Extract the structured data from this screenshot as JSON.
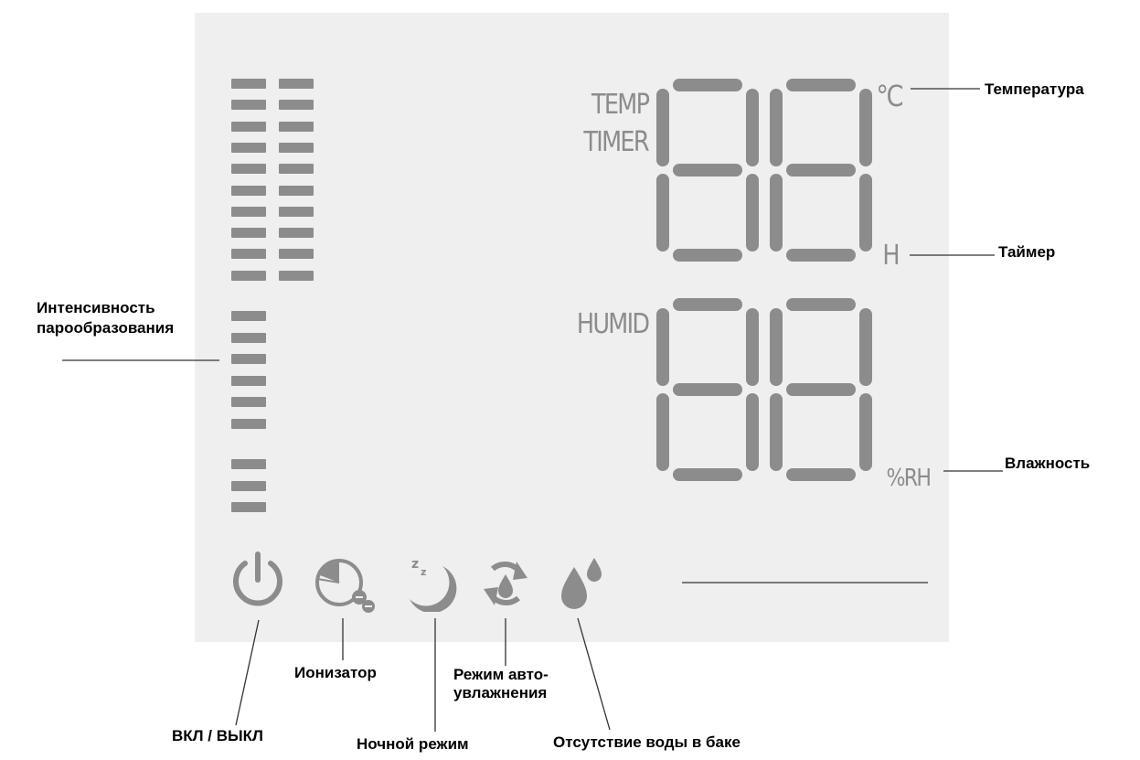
{
  "display": {
    "labels": {
      "temp": "TEMP",
      "timer": "TIMER",
      "humid": "HUMID",
      "celsius": "℃",
      "hours": "H",
      "rh": "%RH"
    },
    "color": "#8c8c8c",
    "panel_color": "#efefef"
  },
  "callouts": {
    "temperature": "Температура",
    "timer": "Таймер",
    "humidity": "Влажность",
    "intensity": "Интенсивность\nпарообразования",
    "ionizer": "Ионизатор",
    "auto_mode": "Режим авто-\nувлажнения",
    "power": "ВКЛ / ВЫКЛ",
    "night_mode": "Ночной режим",
    "no_water": "Отсутствие воды в баке"
  },
  "icons": [
    "power-icon",
    "ionizer-icon",
    "night-moon-icon",
    "auto-cycle-icon",
    "water-drop-icon"
  ]
}
